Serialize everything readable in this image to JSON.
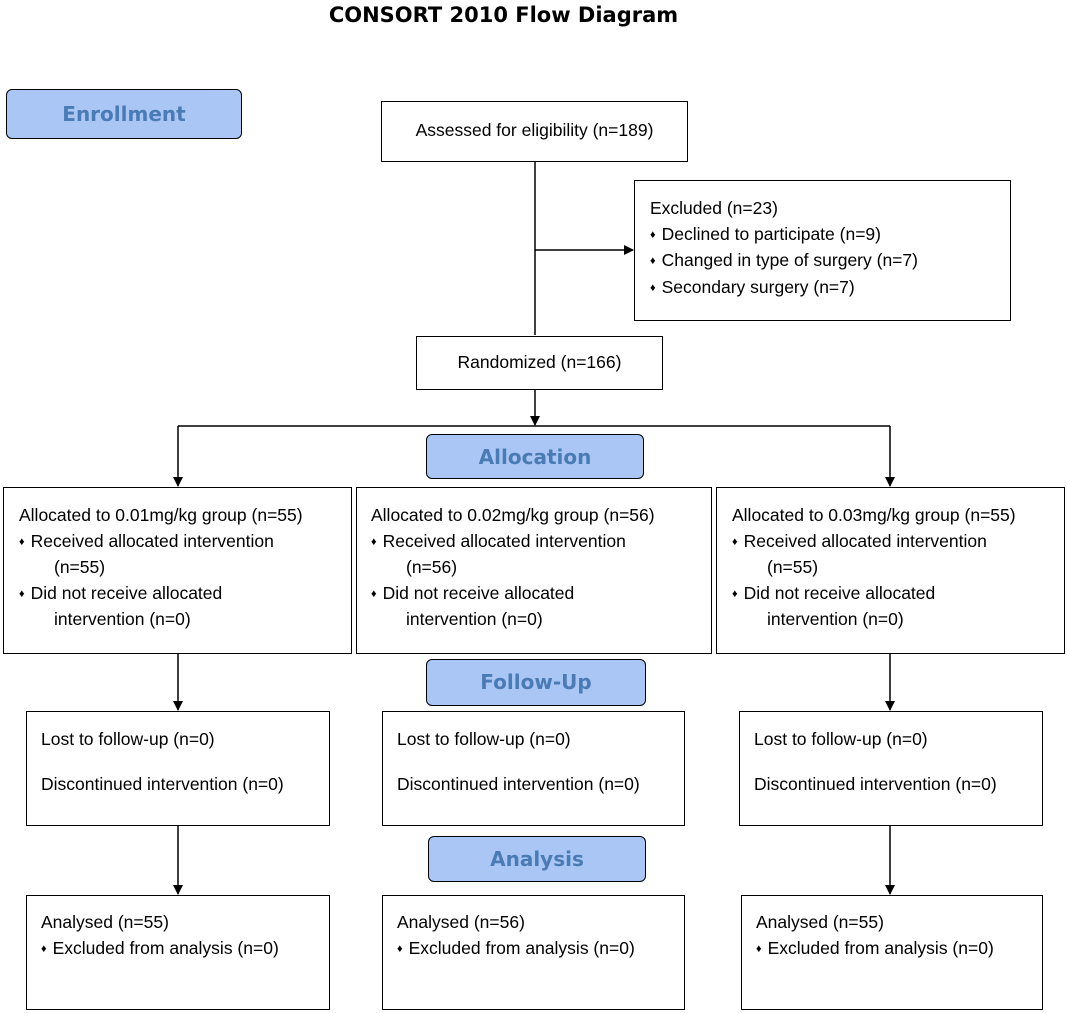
{
  "title": "CONSORT 2010 Flow Diagram",
  "stages": {
    "enrollment": "Enrollment",
    "allocation": "Allocation",
    "follow_up": "Follow-Up",
    "analysis": "Analysis"
  },
  "assessed": "Assessed for eligibility (n=189)",
  "excluded": {
    "heading": "Excluded (n=23)",
    "items": [
      "Declined to participate (n=9)",
      "Changed in type of surgery (n=7)",
      "Secondary surgery (n=7)"
    ]
  },
  "randomized": "Randomized (n=166)",
  "groups": [
    {
      "allocated": "Allocated to 0.01mg/kg group (n=55)",
      "received_1": "Received allocated intervention",
      "received_2": "(n=55)",
      "not_received_1": "Did not receive allocated",
      "not_received_2": "intervention (n=0)",
      "lost": "Lost to follow-up (n=0)",
      "discontinued": "Discontinued intervention (n=0)",
      "analysed": "Analysed (n=55)",
      "excluded_analysis": "Excluded from analysis (n=0)"
    },
    {
      "allocated": "Allocated to 0.02mg/kg group (n=56)",
      "received_1": "Received allocated intervention",
      "received_2": "(n=56)",
      "not_received_1": "Did not receive allocated",
      "not_received_2": "intervention (n=0)",
      "lost": "Lost to follow-up (n=0)",
      "discontinued": "Discontinued intervention (n=0)",
      "analysed": "Analysed (n=56)",
      "excluded_analysis": "Excluded from analysis (n=0)"
    },
    {
      "allocated": "Allocated to 0.03mg/kg group (n=55)",
      "received_1": "Received allocated intervention",
      "received_2": "(n=55)",
      "not_received_1": "Did not receive allocated",
      "not_received_2": "intervention (n=0)",
      "lost": "Lost to follow-up (n=0)",
      "discontinued": "Discontinued intervention (n=0)",
      "analysed": "Analysed (n=55)",
      "excluded_analysis": "Excluded from analysis (n=0)"
    }
  ],
  "bullet_glyph": "♦",
  "colors": {
    "stage_fill": "#a9c6f5",
    "stage_text": "#4a7bb5"
  }
}
